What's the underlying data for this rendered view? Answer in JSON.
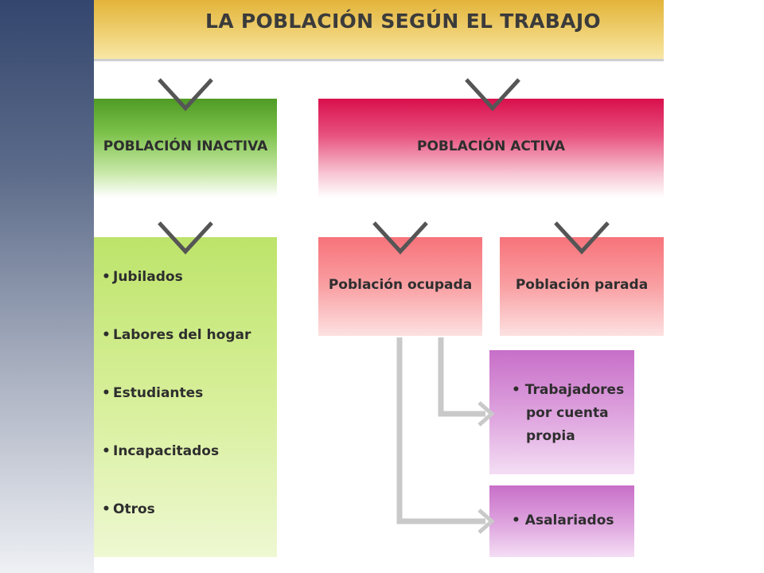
{
  "title": "LA POBLACIÓN SEGÚN EL TRABAJO",
  "inactive": {
    "label": "POBLACIÓN INACTIVA",
    "items": [
      "Jubilados",
      "Labores del hogar",
      "Estudiantes",
      "Incapacitados",
      "Otros"
    ]
  },
  "active": {
    "label": "POBLACIÓN ACTIVA",
    "employed": "Población ocupada",
    "unemployed": "Población parada",
    "self_employed": [
      "Trabajadores",
      "por cuenta",
      "propia"
    ],
    "salaried": "Asalariados"
  },
  "bullet": "•",
  "colors": {
    "title_bar": "#efd072",
    "inactive": "#7cc24a",
    "active": "#d90f4c",
    "subgroup": "#f7737a",
    "detail": "#c86fc8",
    "connector": "#c9c9c9",
    "chevron": "#555555"
  }
}
